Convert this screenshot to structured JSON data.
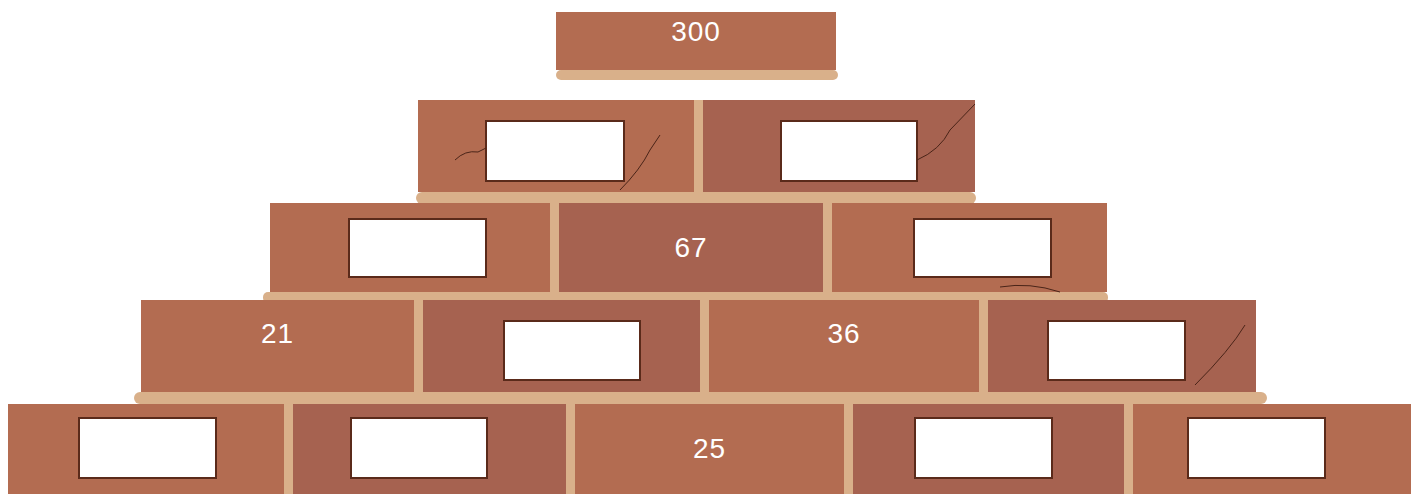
{
  "diagram": {
    "nodes": [
      {
        "text": [
          "300"
        ]
      },
      {
        "text": [
          "67"
        ]
      },
      {
        "text": [
          "21"
        ]
      },
      {
        "text": [
          "36"
        ]
      },
      {
        "text": [
          "25"
        ]
      }
    ]
  }
}
